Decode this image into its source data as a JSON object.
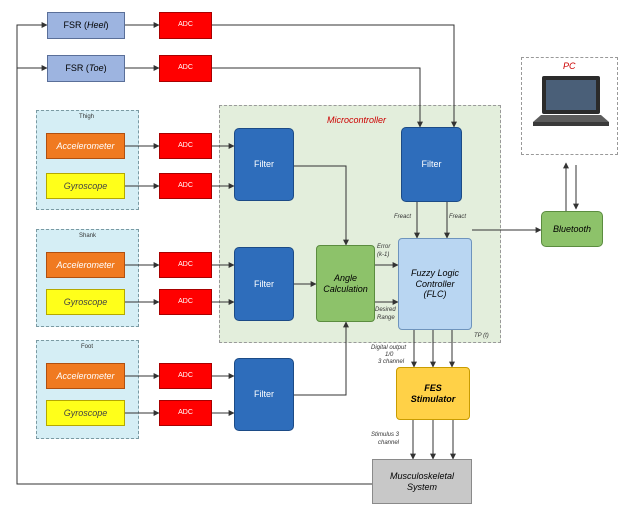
{
  "microcontroller_title": "Microcontroller",
  "pc_title": "PC",
  "fsr_heel": {
    "prefix": "FSR (",
    "word": "Heel",
    "suffix": ")"
  },
  "fsr_toe": {
    "prefix": "FSR (",
    "word": "Toe",
    "suffix": ")"
  },
  "adc_label": "ADC",
  "filter_label": "Filter",
  "sensor_groups": [
    {
      "title": "Thigh",
      "accel": "Accelerometer",
      "gyro": "Gyroscope"
    },
    {
      "title": "Shank",
      "accel": "Accelerometer",
      "gyro": "Gyroscope"
    },
    {
      "title": "Foot",
      "accel": "Accelerometer",
      "gyro": "Gyroscope"
    }
  ],
  "angle_calc": {
    "line1": "Angle",
    "line2": "Calculation"
  },
  "flc": {
    "line1": "Fuzzy Logic",
    "line2": "Controller",
    "line3": "(FLC)"
  },
  "fes": {
    "line1": "FES",
    "line2": "Stimulator"
  },
  "musculoskeletal": {
    "line1": "Musculoskeletal",
    "line2": "System"
  },
  "bluetooth": "Bluetooth",
  "signals": {
    "f_react_1": "Freact",
    "f_react_2": "Freact",
    "error": "Error",
    "error_k": "(k-1)",
    "desired": "Desired",
    "range": "Range",
    "tp": "TP (t)",
    "digital_output": "Digital output",
    "digital_bits": "1/0",
    "digital_channels": "3 channel",
    "stimulus": "Stimulus 3",
    "stimulus_channel": "channel"
  },
  "colors": {
    "wire": "#333333",
    "adc": "#ff0000",
    "filter": "#2e6dbb",
    "accelerometer": "#f07a20",
    "gyroscope": "#ffff1a"
  }
}
